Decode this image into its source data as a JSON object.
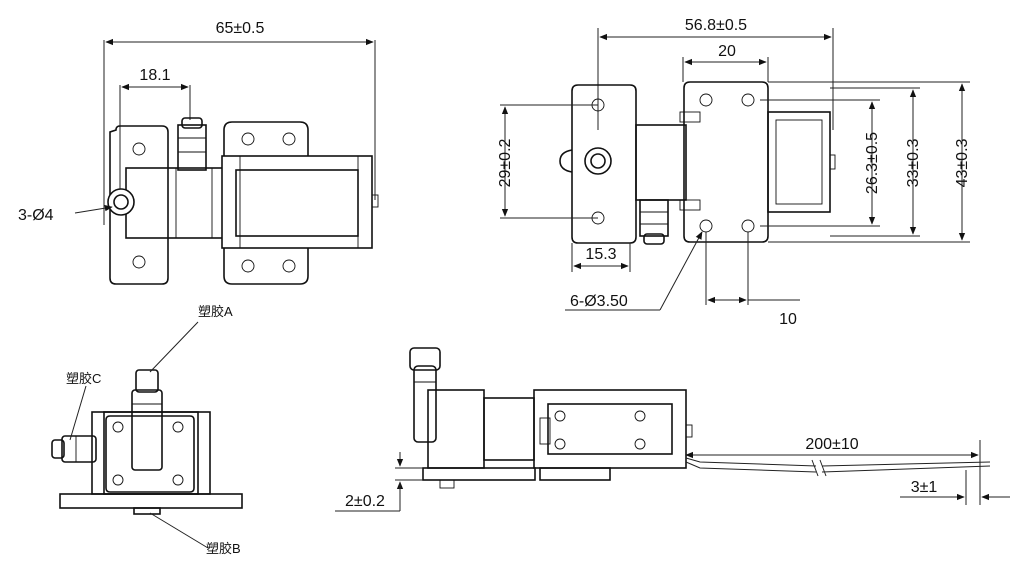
{
  "view_top_left": {
    "dim_overall": "65±0.5",
    "dim_offset": "18.1",
    "dim_hole": "3-Ø4"
  },
  "view_top_right": {
    "dim_width": "56.8±0.5",
    "dim_plate": "20",
    "dim_height_a": "29±0.2",
    "dim_height_b": "26.3±0.5",
    "dim_height_c": "33±0.3",
    "dim_height_d": "43±0.3",
    "dim_base": "15.3",
    "dim_holes": "6-Ø3.50",
    "dim_spacing": "10"
  },
  "view_bottom_left": {
    "label_a": "塑胶A",
    "label_b": "塑胶B",
    "label_c": "塑胶C"
  },
  "view_bottom_right": {
    "dim_wire": "200±10",
    "dim_thick": "2±0.2",
    "dim_strip": "3±1"
  }
}
